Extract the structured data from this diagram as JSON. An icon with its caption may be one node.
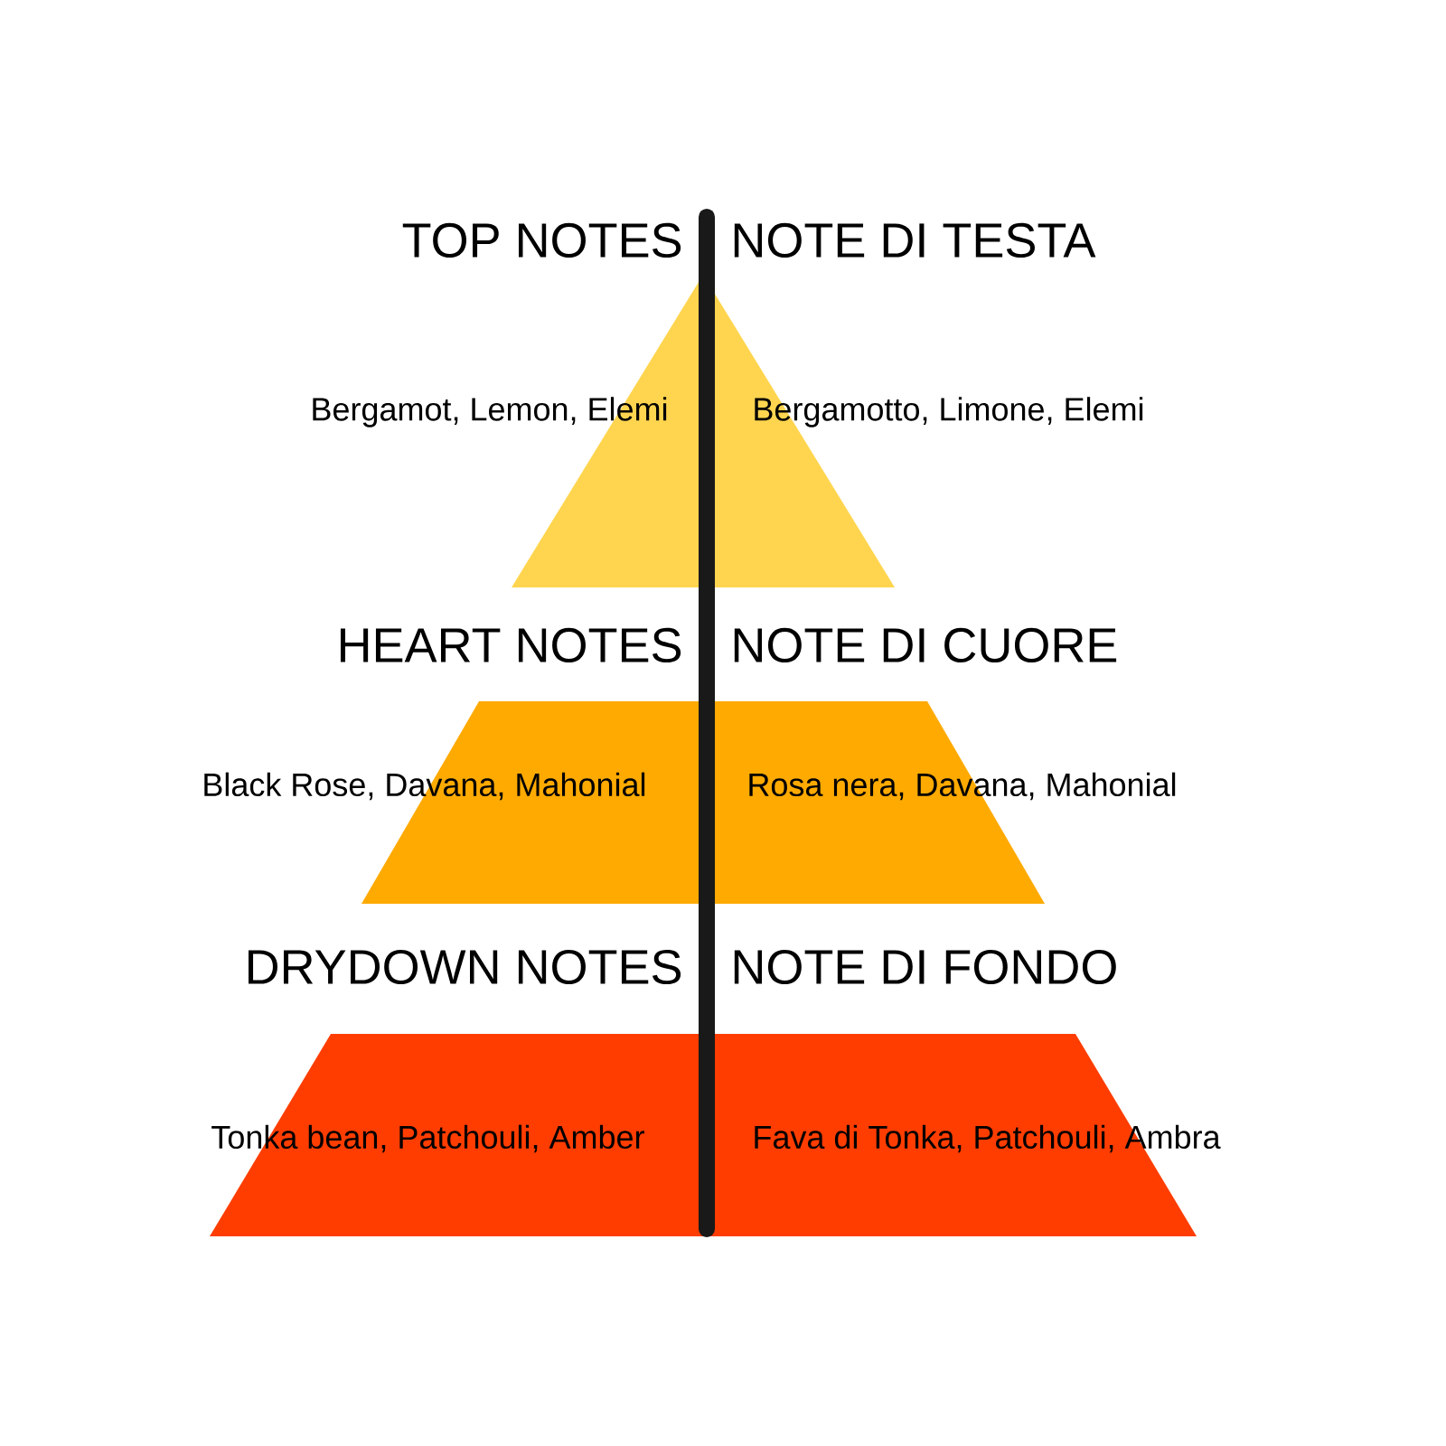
{
  "diagram": {
    "nodes": [
      {
        "text": [],
        "shape": "triangle"
      },
      {
        "text": [],
        "shape": "trapezoid"
      },
      {
        "text": [],
        "shape": "trapezoid"
      }
    ],
    "labels": [
      "TOP NOTES",
      "NOTE DI TESTA",
      "Bergamot, Lemon, Elemi",
      "Bergamotto, Limone, Elemi",
      "HEART NOTES",
      "NOTE DI CUORE",
      "Black Rose, Davana, Mahonial",
      "Rosa nera, Davana, Mahonial",
      "DRYDOWN NOTES",
      "NOTE DI FONDO",
      "Tonka bean, Patchouli, Amber",
      "Fava di Tonka, Patchouli, Ambra"
    ]
  }
}
